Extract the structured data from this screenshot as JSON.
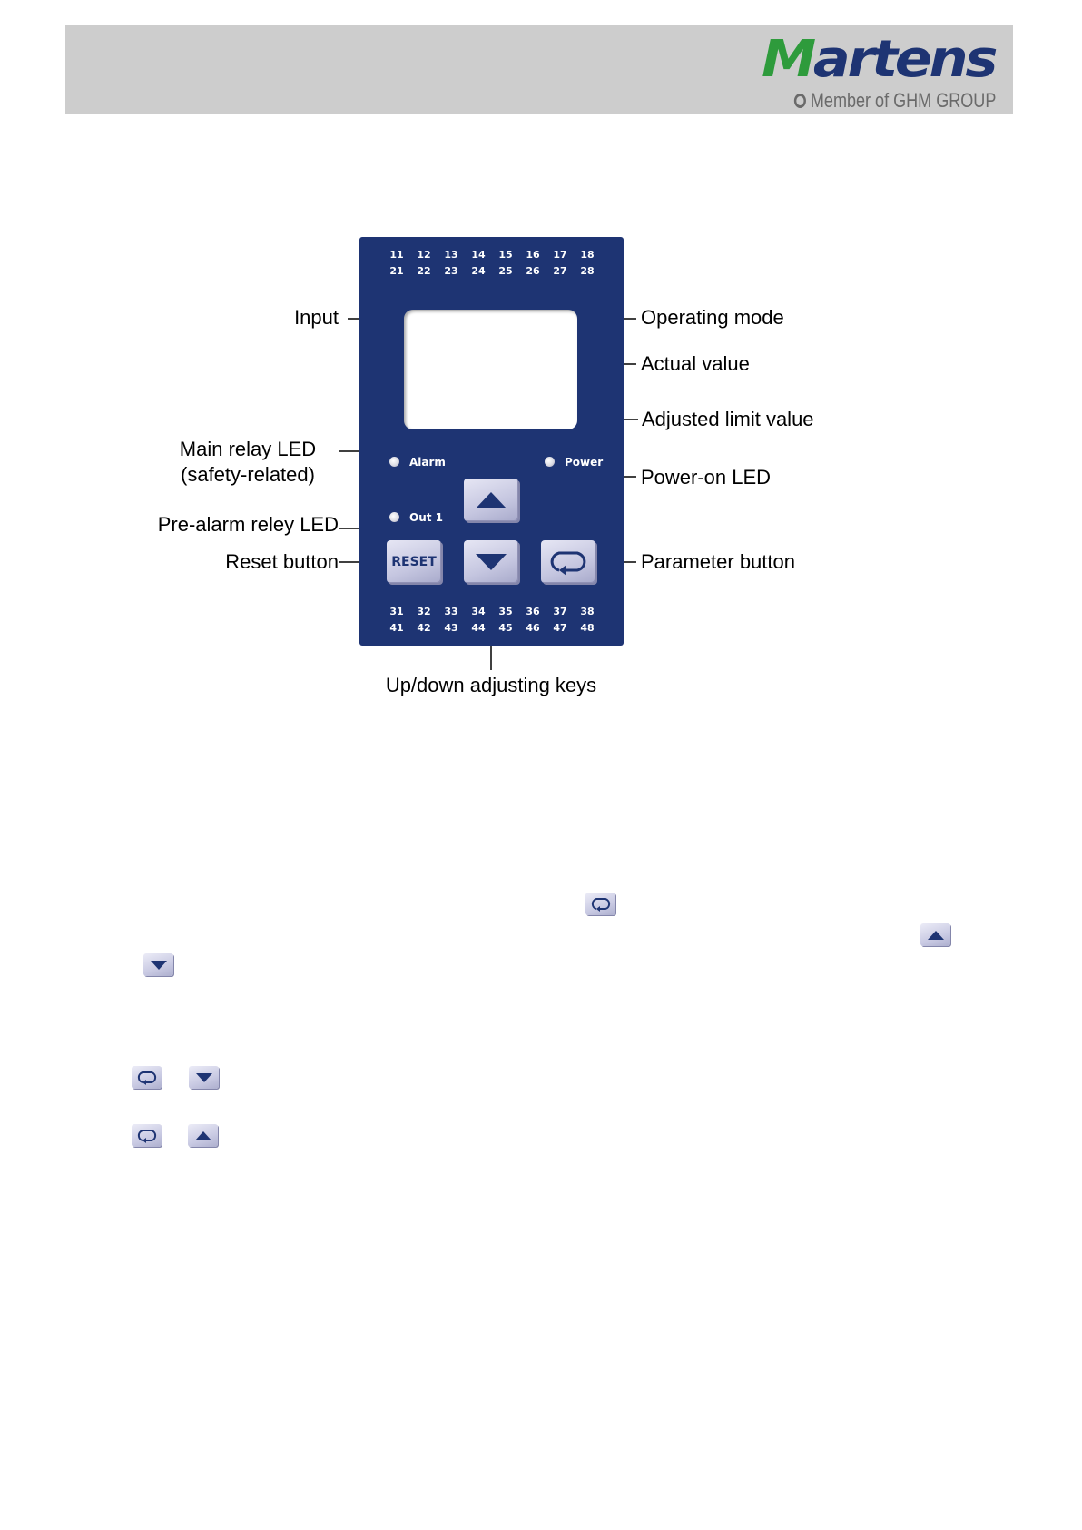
{
  "header": {
    "logo_text": "Martens",
    "tagline": "Member of GHM GROUP",
    "colors": {
      "logo_green": "#2e9b3c",
      "logo_navy": "#1e3473",
      "band": "#cdcdcd"
    }
  },
  "panel": {
    "terminals_top_row1": [
      "11",
      "12",
      "13",
      "14",
      "15",
      "16",
      "17",
      "18"
    ],
    "terminals_top_row2": [
      "21",
      "22",
      "23",
      "24",
      "25",
      "26",
      "27",
      "28"
    ],
    "terminals_bottom_row1": [
      "31",
      "32",
      "33",
      "34",
      "35",
      "36",
      "37",
      "38"
    ],
    "terminals_bottom_row2": [
      "41",
      "42",
      "43",
      "44",
      "45",
      "46",
      "47",
      "48"
    ],
    "led_alarm": "Alarm",
    "led_power": "Power",
    "led_out1": "Out 1",
    "reset_key": "RESET",
    "color": "#1e3473"
  },
  "callouts": {
    "input": "Input",
    "operating_mode": "Operating mode",
    "actual_value": "Actual value",
    "adjusted_limit_value": "Adjusted limit value",
    "main_relay_led_line1": "Main relay LED",
    "main_relay_led_line2": "(safety-related)",
    "power_on_led": "Power-on LED",
    "pre_alarm_led": "Pre-alarm reley LED",
    "reset_button": "Reset button",
    "parameter_button": "Parameter button",
    "up_down_keys": "Up/down adjusting keys"
  },
  "inline_icons": [
    "parameter-key-icon",
    "up-key-icon",
    "down-key-icon"
  ]
}
